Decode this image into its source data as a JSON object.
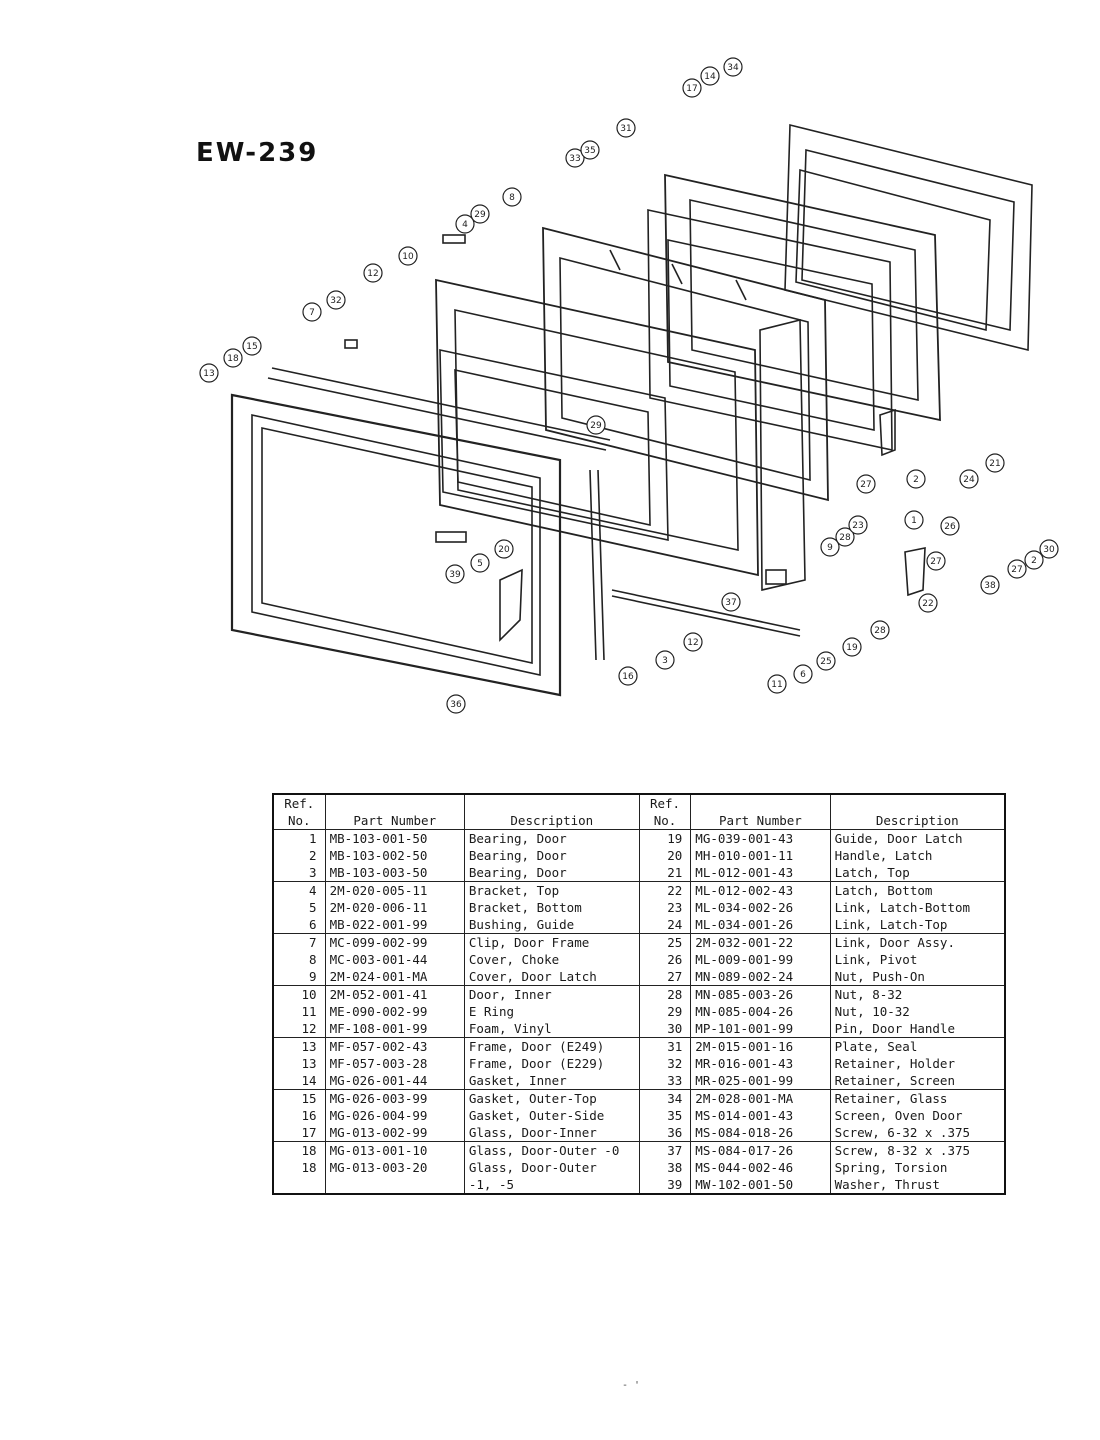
{
  "title": "EW-239",
  "callouts": [
    "34",
    "14",
    "17",
    "31",
    "33",
    "35",
    "8",
    "4",
    "29",
    "10",
    "32",
    "12",
    "7",
    "15",
    "13",
    "18",
    "29",
    "21",
    "24",
    "2",
    "27",
    "1",
    "26",
    "27",
    "2",
    "30",
    "9",
    "28",
    "23",
    "27",
    "38",
    "22",
    "5",
    "39",
    "20",
    "36",
    "16",
    "3",
    "12",
    "37",
    "19",
    "28",
    "25",
    "11",
    "6"
  ],
  "table": {
    "headers": {
      "ref_line1": "Ref.",
      "ref_line2": "No.",
      "part_number": "Part Number",
      "description": "Description"
    },
    "rows": [
      {
        "l_ref": "1",
        "l_pn": "MB-103-001-50",
        "l_desc": "Bearing, Door",
        "r_ref": "19",
        "r_pn": "MG-039-001-43",
        "r_desc": "Guide, Door Latch"
      },
      {
        "l_ref": "2",
        "l_pn": "MB-103-002-50",
        "l_desc": "Bearing, Door",
        "r_ref": "20",
        "r_pn": "MH-010-001-11",
        "r_desc": "Handle, Latch"
      },
      {
        "l_ref": "3",
        "l_pn": "MB-103-003-50",
        "l_desc": "Bearing, Door",
        "r_ref": "21",
        "r_pn": "ML-012-001-43",
        "r_desc": "Latch, Top",
        "end": true
      },
      {
        "l_ref": "4",
        "l_pn": "2M-020-005-11",
        "l_desc": "Bracket, Top",
        "r_ref": "22",
        "r_pn": "ML-012-002-43",
        "r_desc": "Latch, Bottom"
      },
      {
        "l_ref": "5",
        "l_pn": "2M-020-006-11",
        "l_desc": "Bracket, Bottom",
        "r_ref": "23",
        "r_pn": "ML-034-002-26",
        "r_desc": "Link, Latch-Bottom"
      },
      {
        "l_ref": "6",
        "l_pn": "MB-022-001-99",
        "l_desc": "Bushing, Guide",
        "r_ref": "24",
        "r_pn": "ML-034-001-26",
        "r_desc": "Link, Latch-Top",
        "end": true
      },
      {
        "l_ref": "7",
        "l_pn": "MC-099-002-99",
        "l_desc": "Clip, Door Frame",
        "r_ref": "25",
        "r_pn": "2M-032-001-22",
        "r_desc": "Link, Door Assy."
      },
      {
        "l_ref": "8",
        "l_pn": "MC-003-001-44",
        "l_desc": "Cover, Choke",
        "r_ref": "26",
        "r_pn": "ML-009-001-99",
        "r_desc": "Link, Pivot"
      },
      {
        "l_ref": "9",
        "l_pn": "2M-024-001-MA",
        "l_desc": "Cover, Door Latch",
        "r_ref": "27",
        "r_pn": "MN-089-002-24",
        "r_desc": "Nut, Push-On",
        "end": true
      },
      {
        "l_ref": "10",
        "l_pn": "2M-052-001-41",
        "l_desc": "Door, Inner",
        "r_ref": "28",
        "r_pn": "MN-085-003-26",
        "r_desc": "Nut, 8-32"
      },
      {
        "l_ref": "11",
        "l_pn": "ME-090-002-99",
        "l_desc": "E Ring",
        "r_ref": "29",
        "r_pn": "MN-085-004-26",
        "r_desc": "Nut, 10-32"
      },
      {
        "l_ref": "12",
        "l_pn": "MF-108-001-99",
        "l_desc": "Foam, Vinyl",
        "r_ref": "30",
        "r_pn": "MP-101-001-99",
        "r_desc": "Pin, Door Handle",
        "end": true
      },
      {
        "l_ref": "13",
        "l_pn": "MF-057-002-43",
        "l_desc": "Frame, Door (E249)",
        "r_ref": "31",
        "r_pn": "2M-015-001-16",
        "r_desc": "Plate, Seal"
      },
      {
        "l_ref": "13",
        "l_pn": "MF-057-003-28",
        "l_desc": "Frame, Door (E229)",
        "r_ref": "32",
        "r_pn": "MR-016-001-43",
        "r_desc": "Retainer, Holder"
      },
      {
        "l_ref": "14",
        "l_pn": "MG-026-001-44",
        "l_desc": "Gasket, Inner",
        "r_ref": "33",
        "r_pn": "MR-025-001-99",
        "r_desc": "Retainer, Screen",
        "end": true
      },
      {
        "l_ref": "15",
        "l_pn": "MG-026-003-99",
        "l_desc": "Gasket, Outer-Top",
        "r_ref": "34",
        "r_pn": "2M-028-001-MA",
        "r_desc": "Retainer, Glass"
      },
      {
        "l_ref": "16",
        "l_pn": "MG-026-004-99",
        "l_desc": "Gasket, Outer-Side",
        "r_ref": "35",
        "r_pn": "MS-014-001-43",
        "r_desc": "Screen, Oven Door"
      },
      {
        "l_ref": "17",
        "l_pn": "MG-013-002-99",
        "l_desc": "Glass, Door-Inner",
        "r_ref": "36",
        "r_pn": "MS-084-018-26",
        "r_desc": "Screw, 6-32 x .375",
        "end": true
      },
      {
        "l_ref": "18",
        "l_pn": "MG-013-001-10",
        "l_desc": "Glass, Door-Outer -0",
        "r_ref": "37",
        "r_pn": "MS-084-017-26",
        "r_desc": "Screw, 8-32 x .375"
      },
      {
        "l_ref": "18",
        "l_pn": "MG-013-003-20",
        "l_desc": "Glass, Door-Outer",
        "r_ref": "38",
        "r_pn": "MS-044-002-46",
        "r_desc": "Spring, Torsion"
      },
      {
        "l_ref": "",
        "l_pn": "",
        "l_desc": "-1, -5",
        "r_ref": "39",
        "r_pn": "MW-102-001-50",
        "r_desc": "Washer, Thrust"
      }
    ]
  }
}
